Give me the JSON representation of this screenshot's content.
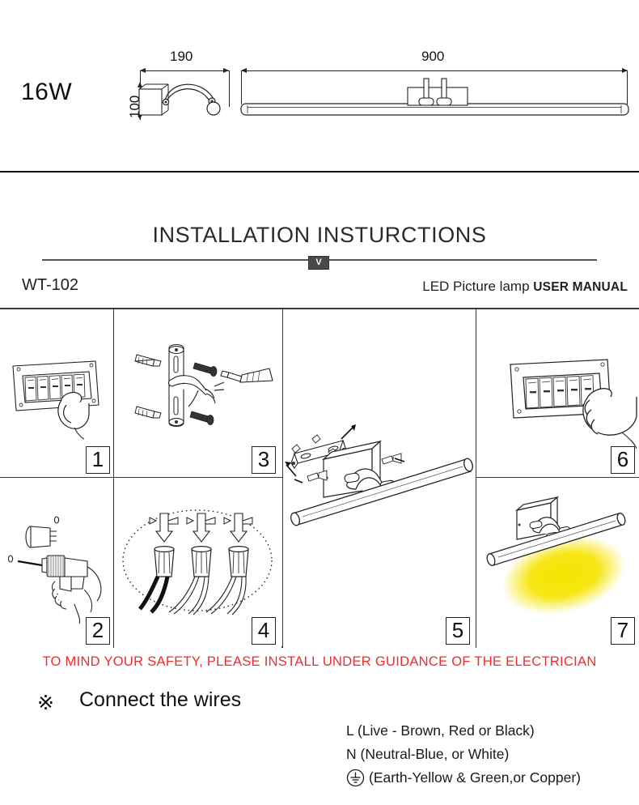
{
  "spec": {
    "wattage": "16W",
    "dim_width_arm": "190",
    "dim_height_arm": "100",
    "dim_length_bar": "900"
  },
  "header": {
    "title": "INSTALLATION INSTURCTIONS",
    "badge": "V",
    "model_code": "WT-102",
    "manual_label_light": "LED Picture lamp",
    "manual_label_bold": "USER  MANUAL"
  },
  "steps": [
    {
      "number": "1",
      "name": "turn-off-breaker"
    },
    {
      "number": "2",
      "name": "drill-holes"
    },
    {
      "number": "3",
      "name": "mount-bracket"
    },
    {
      "number": "4",
      "name": "connect-wire-nuts"
    },
    {
      "number": "5",
      "name": "attach-lamp-body"
    },
    {
      "number": "6",
      "name": "turn-on-breaker"
    },
    {
      "number": "7",
      "name": "lamp-illuminated"
    }
  ],
  "warning": {
    "text": "TO MIND YOUR SAFETY, PLEASE INSTALL UNDER GUIDANCE OF THE ELECTRICIAN",
    "color": "#ef2b2b"
  },
  "connect": {
    "mark": "※",
    "title": "Connect the wires",
    "wires": [
      {
        "code": "L",
        "text": "L (Live - Brown, Red or Black)"
      },
      {
        "code": "N",
        "text": "N (Neutral-Blue, or White)"
      },
      {
        "code": "E",
        "text": "(Earth-Yellow & Green,or Copper)"
      }
    ]
  },
  "colors": {
    "glow": "#f5e400",
    "line": "#3a3a3a",
    "warning": "#ef2b2b"
  }
}
